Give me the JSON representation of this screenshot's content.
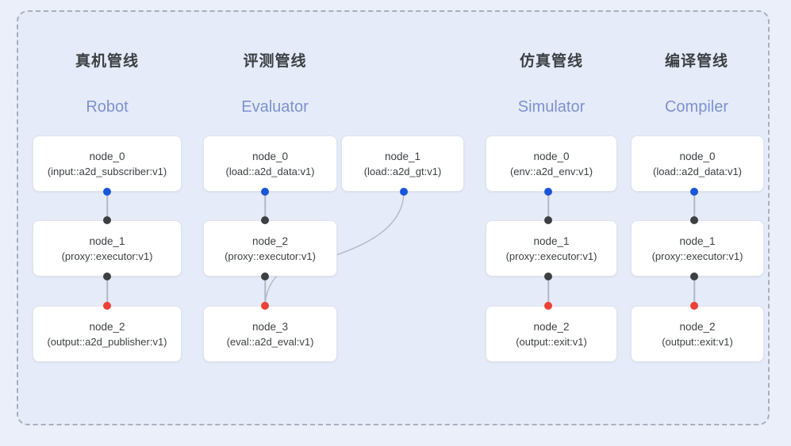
{
  "diagram": {
    "panel_border_color": "#a9b0bd",
    "panel_bg_color": "#e5ebf8",
    "page_bg_color": "#eaeff9",
    "accent_blue": "#1a56d6",
    "accent_red": "#ea4335",
    "accent_dark": "#3c4043",
    "subtitle_color": "#7e91cf"
  },
  "columns": [
    {
      "title": "真机管线",
      "subtitle": "Robot",
      "nodes": [
        {
          "name": "node_0",
          "type": "(input::a2d_subscriber:v1)"
        },
        {
          "name": "node_1",
          "type": "(proxy::executor:v1)"
        },
        {
          "name": "node_2",
          "type": "(output::a2d_publisher:v1)"
        }
      ]
    },
    {
      "title": "评测管线",
      "subtitle": "Evaluator",
      "nodes": [
        {
          "name": "node_0",
          "type": "(load::a2d_data:v1)"
        },
        {
          "name": "node_1",
          "type": "(load::a2d_gt:v1)"
        },
        {
          "name": "node_2",
          "type": "(proxy::executor:v1)"
        },
        {
          "name": "node_3",
          "type": "(eval::a2d_eval:v1)"
        }
      ]
    },
    {
      "title": "仿真管线",
      "subtitle": "Simulator",
      "nodes": [
        {
          "name": "node_0",
          "type": "(env::a2d_env:v1)"
        },
        {
          "name": "node_1",
          "type": "(proxy::executor:v1)"
        },
        {
          "name": "node_2",
          "type": "(output::exit:v1)"
        }
      ]
    },
    {
      "title": "编译管线",
      "subtitle": "Compiler",
      "nodes": [
        {
          "name": "node_0",
          "type": "(load::a2d_data:v1)"
        },
        {
          "name": "node_1",
          "type": "(proxy::executor:v1)"
        },
        {
          "name": "node_2",
          "type": "(output::exit:v1)"
        }
      ]
    }
  ]
}
